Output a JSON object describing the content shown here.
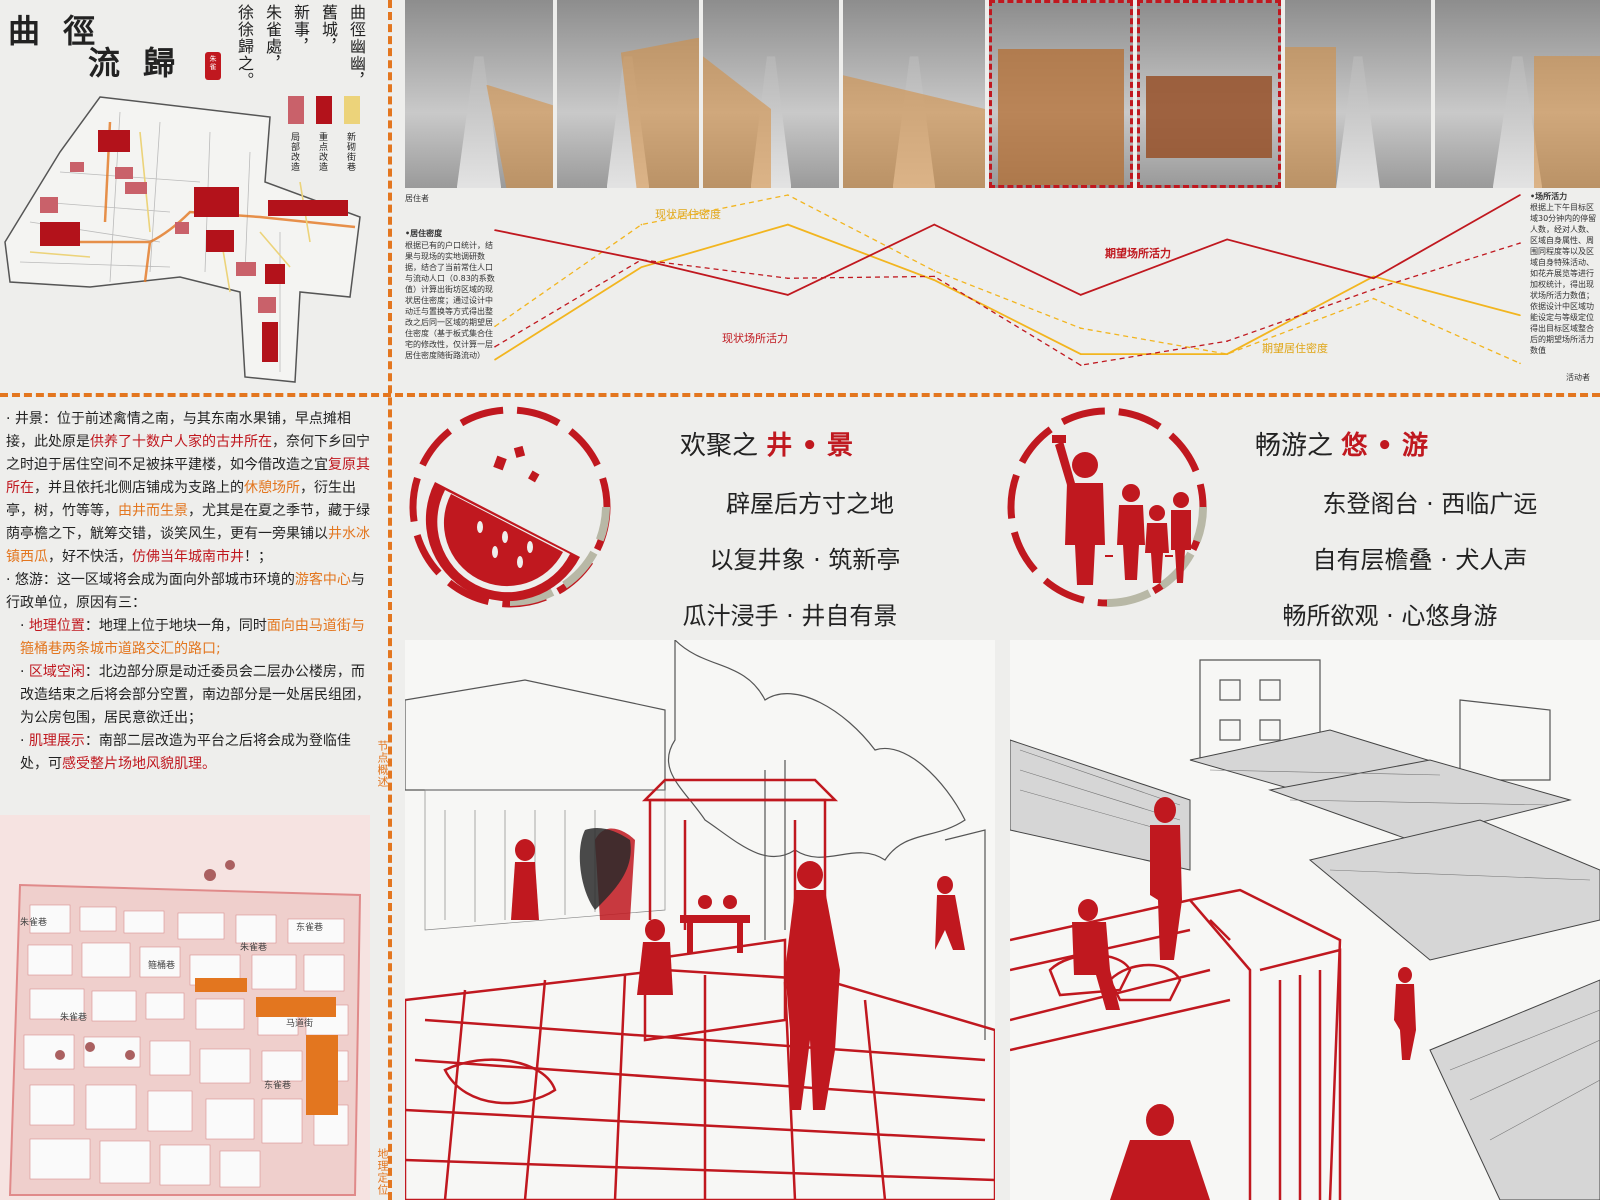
{
  "title": {
    "line1": "曲 徑",
    "line2": "流 歸"
  },
  "seal": "朱雀",
  "poem_lines": [
    "曲徑幽幽，",
    "舊城，",
    "新事，",
    "朱雀處，",
    "徐徐歸之。"
  ],
  "legend": [
    {
      "label": "局部改造",
      "color": "#c9616a"
    },
    {
      "label": "重点改造",
      "color": "#b3121b"
    },
    {
      "label": "新砌街巷",
      "color": "#ecd37a"
    }
  ],
  "chart_labels": {
    "resident": "居住者",
    "density_title": "•居住密度",
    "density_desc": "根据已有的户口统计，结果与现场的实地调研数据，结合了当前常住人口与流动人口（0.83的系数值）计算出街坊区域的现状居住密度；通过设计中动迁与置换等方式得出整改之后同一区域的期望居住密度（基于板式集合住宅的修改性，仅计算一层居住密度随街路流动）",
    "vitality_title": "•场所活力",
    "vitality_desc": "根据上下午目标区域30分钟内的停留人数，经对人数、区域自身属性、周围同程度等以及区域自身特殊活动、如花卉展览等进行加权统计，得出现状场所活力数值；依据设计中区域功能设定与等级定位得出目标区域整合后的期望场所活力数值",
    "current_density": "现状居住密度",
    "expected_vitality": "期望场所活力",
    "current_vitality": "现状场所活力",
    "expected_density": "期望居住密度",
    "actor": "活动者"
  },
  "description": {
    "p1_pre": "· 井景：位于前述禽情之南，与其东南水果铺，早点摊相接，此处原是",
    "p1_h1": "供养了十数户人家的古井所在",
    "p1_mid1": "，奈何下乡回宁之时迫于居住空间不足被抹平建楼，如今借改造之宜",
    "p1_h2": "复原其所在",
    "p1_mid2": "，并且依托北侧店铺成为支路上的",
    "p1_h3": "休憩场所",
    "p1_mid3": "，衍生出亭，树，竹等等，",
    "p1_h4": "由井而生景",
    "p1_mid4": "，尤其是在夏之季节，藏于绿荫亭檐之下，觥筹交错，谈笑风生，更有一旁果铺以",
    "p1_h5": "井水冰镇西瓜",
    "p1_mid5": "，好不快活，",
    "p1_h6": "仿佛当年城南市井",
    "p1_end": "！；",
    "p2_pre": "· 悠游：这一区域将会成为面向外部城市环境的",
    "p2_h1": "游客中心",
    "p2_end": "与行政单位，原因有三：",
    "p3_pre": "· ",
    "p3_h0": "地理位置",
    "p3_mid": "：地理上位于地块一角，同时",
    "p3_h1": "面向由马道街与箍桶巷两条城市道路交汇的路口;",
    "p4_pre": "· ",
    "p4_h0": "区域空闲",
    "p4_mid": "：北边部分原是动迁委员会二层办公楼房，而改造结束之后将会部分空置，南边部分是一处居民组团，为公房包围，居民意欲迁出；",
    "p5_pre": "· ",
    "p5_h0": "肌理展示",
    "p5_mid": "：南部二层改造为平台之后将会成为登临佳处，可",
    "p5_h1": "感受整片场地风貌肌理。"
  },
  "side_labels": {
    "node": "节点概述",
    "location": "地理定位"
  },
  "map_labels": [
    "朱雀巷",
    "东雀巷",
    "朱雀巷",
    "箍桶巷",
    "朱雀巷",
    "马道街",
    "东雀巷"
  ],
  "left_panel": {
    "heading_pre": "欢聚之 ",
    "heading_red": "井 • 景",
    "lines": [
      "辟屋后方寸之地",
      "以复井象 · 筑新亭",
      "瓜汁浸手 · 井自有景"
    ]
  },
  "right_panel": {
    "heading_pre": "畅游之 ",
    "heading_red": "悠 • 游",
    "lines": [
      "东登阁台 · 西临广远",
      "自有层檐叠 · 犬人声",
      "畅所欲观 · 心悠身游"
    ]
  },
  "chart_data": {
    "type": "line",
    "categories": [
      "1",
      "2",
      "3",
      "4",
      "5",
      "6",
      "7",
      "8"
    ],
    "series": [
      {
        "name": "现状居住密度",
        "style": "dashed",
        "color": "#f2b51f",
        "values": [
          29,
          84,
          100,
          59,
          28,
          14,
          44,
          9
        ]
      },
      {
        "name": "期望居住密度",
        "style": "solid",
        "color": "#f2b51f",
        "values": [
          11,
          61,
          84,
          54,
          14,
          14,
          56,
          35
        ]
      },
      {
        "name": "现状场所活力",
        "style": "dashed",
        "color": "#c0181f",
        "values": [
          18,
          65,
          55,
          56,
          8,
          21,
          49,
          74
        ]
      },
      {
        "name": "期望场所活力",
        "style": "solid",
        "color": "#c0181f",
        "values": [
          81,
          65,
          46,
          84,
          46,
          76,
          55,
          100
        ]
      }
    ]
  }
}
